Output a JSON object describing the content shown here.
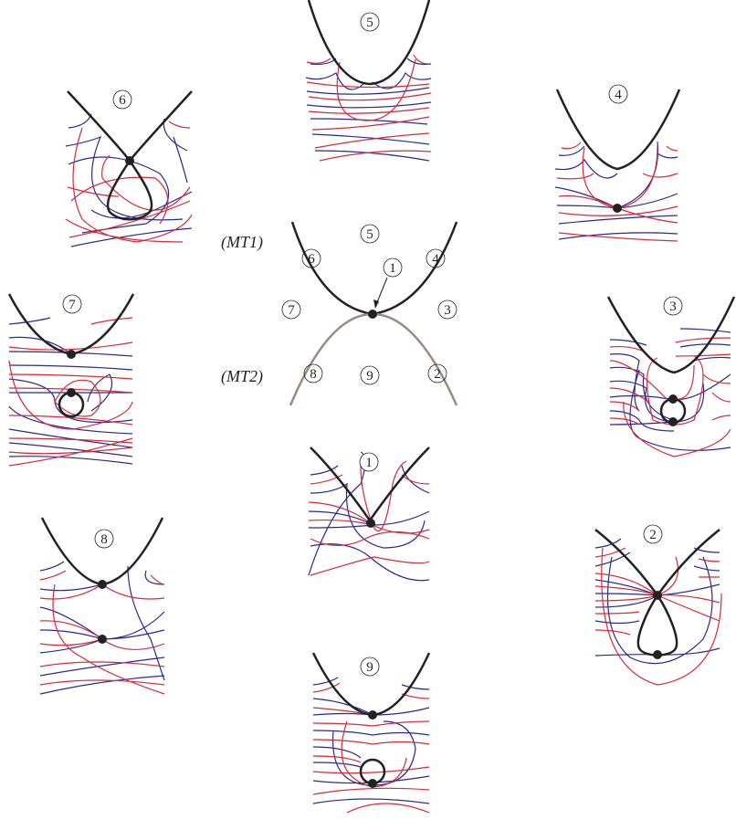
{
  "labels": {
    "mt1": "(MT1)",
    "mt2": "(MT2)"
  },
  "region_numbers": {
    "r1": "1",
    "r2": "2",
    "r3": "3",
    "r4": "4",
    "r5": "5",
    "r6": "6",
    "r7": "7",
    "r8": "8",
    "r9": "9"
  },
  "colors": {
    "red": "#d42a3a",
    "blue": "#2a2a8c",
    "black": "#222222",
    "gray": "#9a8a82"
  }
}
